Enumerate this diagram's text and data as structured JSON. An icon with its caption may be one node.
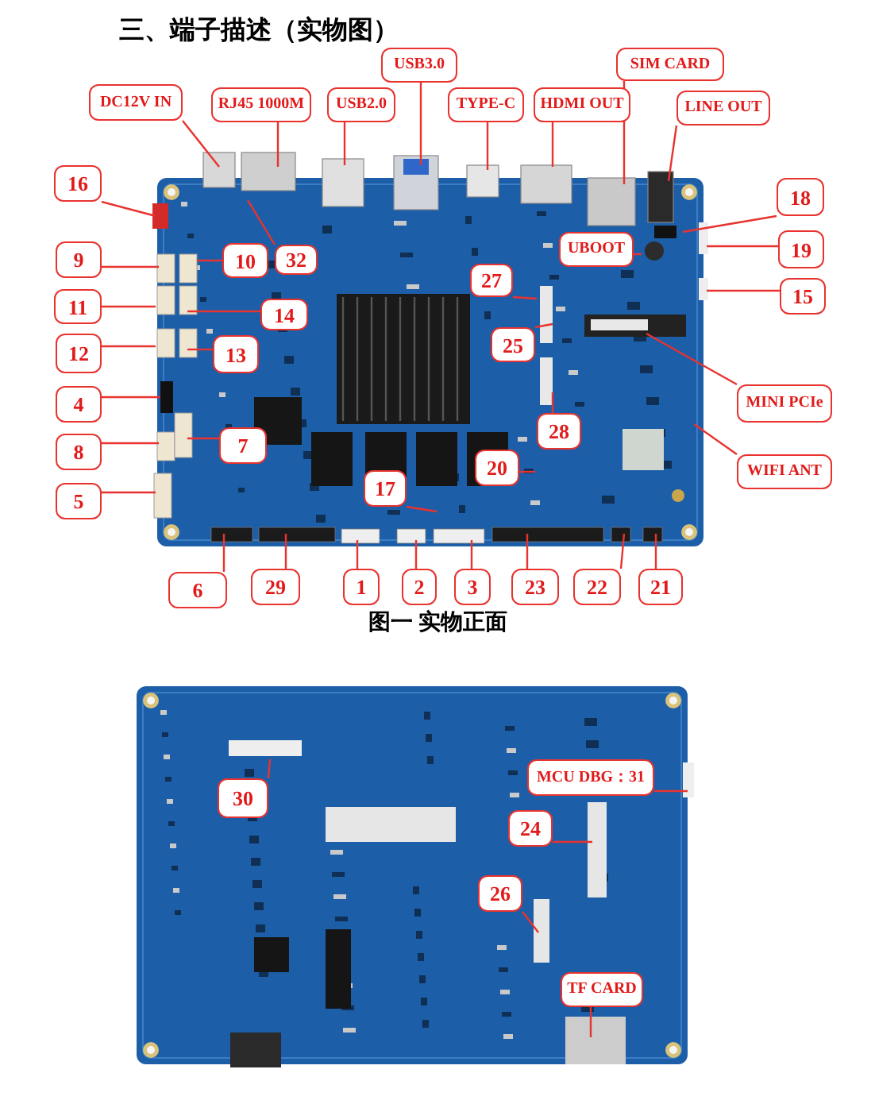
{
  "diagram": {
    "title": "三、端子描述（实物图）",
    "caption": "图一 实物正面",
    "nodes": [
      {
        "text": [
          "USB3.0"
        ]
      },
      {
        "text": [
          "SIM CARD"
        ]
      },
      {
        "text": [
          "DC12V IN"
        ]
      },
      {
        "text": [
          "RJ45 1000M"
        ]
      },
      {
        "text": [
          "USB2.0"
        ]
      },
      {
        "text": [
          "TYPE-C"
        ]
      },
      {
        "text": [
          "HDMI OUT"
        ]
      },
      {
        "text": [
          "LINE OUT"
        ]
      },
      {
        "text": [
          "16"
        ]
      },
      {
        "text": [
          "18"
        ]
      },
      {
        "text": [
          "19"
        ]
      },
      {
        "text": [
          "UBOOT"
        ]
      },
      {
        "text": [
          "32"
        ]
      },
      {
        "text": [
          "9"
        ]
      },
      {
        "text": [
          "10"
        ]
      },
      {
        "text": [
          "27"
        ]
      },
      {
        "text": [
          "15"
        ]
      },
      {
        "text": [
          "11"
        ]
      },
      {
        "text": [
          "14"
        ]
      },
      {
        "text": [
          "25"
        ]
      },
      {
        "text": [
          "12"
        ]
      },
      {
        "text": [
          "13"
        ]
      },
      {
        "text": [
          "MINI PCIe"
        ]
      },
      {
        "text": [
          "4"
        ]
      },
      {
        "text": [
          "28"
        ]
      },
      {
        "text": [
          "8"
        ]
      },
      {
        "text": [
          "7"
        ]
      },
      {
        "text": [
          "WIFI ANT"
        ]
      },
      {
        "text": [
          "20"
        ]
      },
      {
        "text": [
          "17"
        ]
      },
      {
        "text": [
          "5"
        ]
      },
      {
        "text": [
          "6"
        ]
      },
      {
        "text": [
          "29"
        ]
      },
      {
        "text": [
          "1"
        ]
      },
      {
        "text": [
          "2"
        ]
      },
      {
        "text": [
          "3"
        ]
      },
      {
        "text": [
          "23"
        ]
      },
      {
        "text": [
          "22"
        ]
      },
      {
        "text": [
          "21"
        ]
      },
      {
        "text": [
          "30"
        ]
      },
      {
        "text": [
          "MCU DBG：31"
        ]
      },
      {
        "text": [
          "24"
        ]
      },
      {
        "text": [
          "26"
        ]
      },
      {
        "text": [
          "TF CARD"
        ]
      }
    ],
    "edges": [
      {
        "from": 0,
        "to": null,
        "arrow": "none"
      },
      {
        "from": 1,
        "to": null,
        "arrow": "none"
      },
      {
        "from": 2,
        "to": null,
        "arrow": "none"
      },
      {
        "from": 3,
        "to": null,
        "arrow": "none"
      },
      {
        "from": 4,
        "to": null,
        "arrow": "none"
      },
      {
        "from": 5,
        "to": null,
        "arrow": "none"
      },
      {
        "from": 6,
        "to": null,
        "arrow": "none"
      },
      {
        "from": 7,
        "to": null,
        "arrow": "none"
      },
      {
        "from": 8,
        "to": null,
        "arrow": "none"
      },
      {
        "from": 9,
        "to": null,
        "arrow": "none"
      },
      {
        "from": 10,
        "to": null,
        "arrow": "none"
      },
      {
        "from": 11,
        "to": null,
        "arrow": "none"
      },
      {
        "from": 12,
        "to": null,
        "arrow": "none"
      },
      {
        "from": 13,
        "to": null,
        "arrow": "none"
      },
      {
        "from": 14,
        "to": null,
        "arrow": "none"
      },
      {
        "from": 15,
        "to": null,
        "arrow": "none"
      },
      {
        "from": 16,
        "to": null,
        "arrow": "none"
      },
      {
        "from": 17,
        "to": null,
        "arrow": "none"
      },
      {
        "from": 18,
        "to": null,
        "arrow": "none"
      },
      {
        "from": 19,
        "to": null,
        "arrow": "none"
      },
      {
        "from": 20,
        "to": null,
        "arrow": "none"
      },
      {
        "from": 21,
        "to": null,
        "arrow": "none"
      },
      {
        "from": 22,
        "to": null,
        "arrow": "none"
      },
      {
        "from": 23,
        "to": null,
        "arrow": "none"
      },
      {
        "from": 24,
        "to": null,
        "arrow": "none"
      },
      {
        "from": 25,
        "to": null,
        "arrow": "none"
      },
      {
        "from": 26,
        "to": null,
        "arrow": "none"
      },
      {
        "from": 27,
        "to": null,
        "arrow": "none"
      },
      {
        "from": 28,
        "to": null,
        "arrow": "none"
      },
      {
        "from": 29,
        "to": null,
        "arrow": "none"
      },
      {
        "from": 30,
        "to": null,
        "arrow": "none"
      },
      {
        "from": 31,
        "to": null,
        "arrow": "none"
      },
      {
        "from": 32,
        "to": null,
        "arrow": "none"
      },
      {
        "from": 33,
        "to": null,
        "arrow": "none"
      },
      {
        "from": 34,
        "to": null,
        "arrow": "none"
      },
      {
        "from": 35,
        "to": null,
        "arrow": "none"
      },
      {
        "from": 36,
        "to": null,
        "arrow": "none"
      },
      {
        "from": 37,
        "to": null,
        "arrow": "none"
      },
      {
        "from": 38,
        "to": null,
        "arrow": "none"
      },
      {
        "from": 39,
        "to": null,
        "arrow": "none"
      },
      {
        "from": 40,
        "to": null,
        "arrow": "none"
      },
      {
        "from": 41,
        "to": null,
        "arrow": "none"
      },
      {
        "from": 42,
        "to": null,
        "arrow": "none"
      },
      {
        "from": 43,
        "to": null,
        "arrow": "none"
      }
    ]
  }
}
